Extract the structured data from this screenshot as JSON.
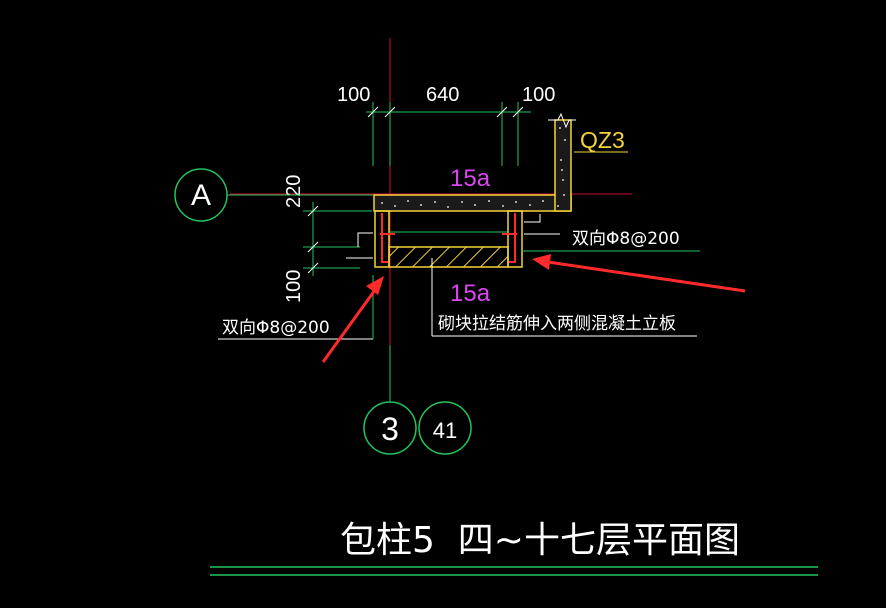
{
  "drawing": {
    "title": "包柱5  四~十七层平面图",
    "dimensions": {
      "left": "100",
      "middle": "640",
      "right": "100",
      "vertical_top": "220",
      "vertical_bottom": "100"
    },
    "labels": {
      "wall_tag": "QZ3",
      "layer_top": "15a",
      "layer_bottom": "15a",
      "rebar_right": "双向Φ8@200",
      "rebar_left": "双向Φ8@200",
      "note": "砌块拉结筋伸入两侧混凝土立板"
    },
    "axes": {
      "horizontal": "A",
      "vertical": "3",
      "vertical_secondary": "41"
    },
    "colors": {
      "background": "#000000",
      "axis_line": "#c8102e",
      "green": "#22c55e",
      "yellow": "#f5d33b",
      "magenta": "#d946ef",
      "white": "#ffffff",
      "arrow": "#ff2a2a"
    }
  }
}
